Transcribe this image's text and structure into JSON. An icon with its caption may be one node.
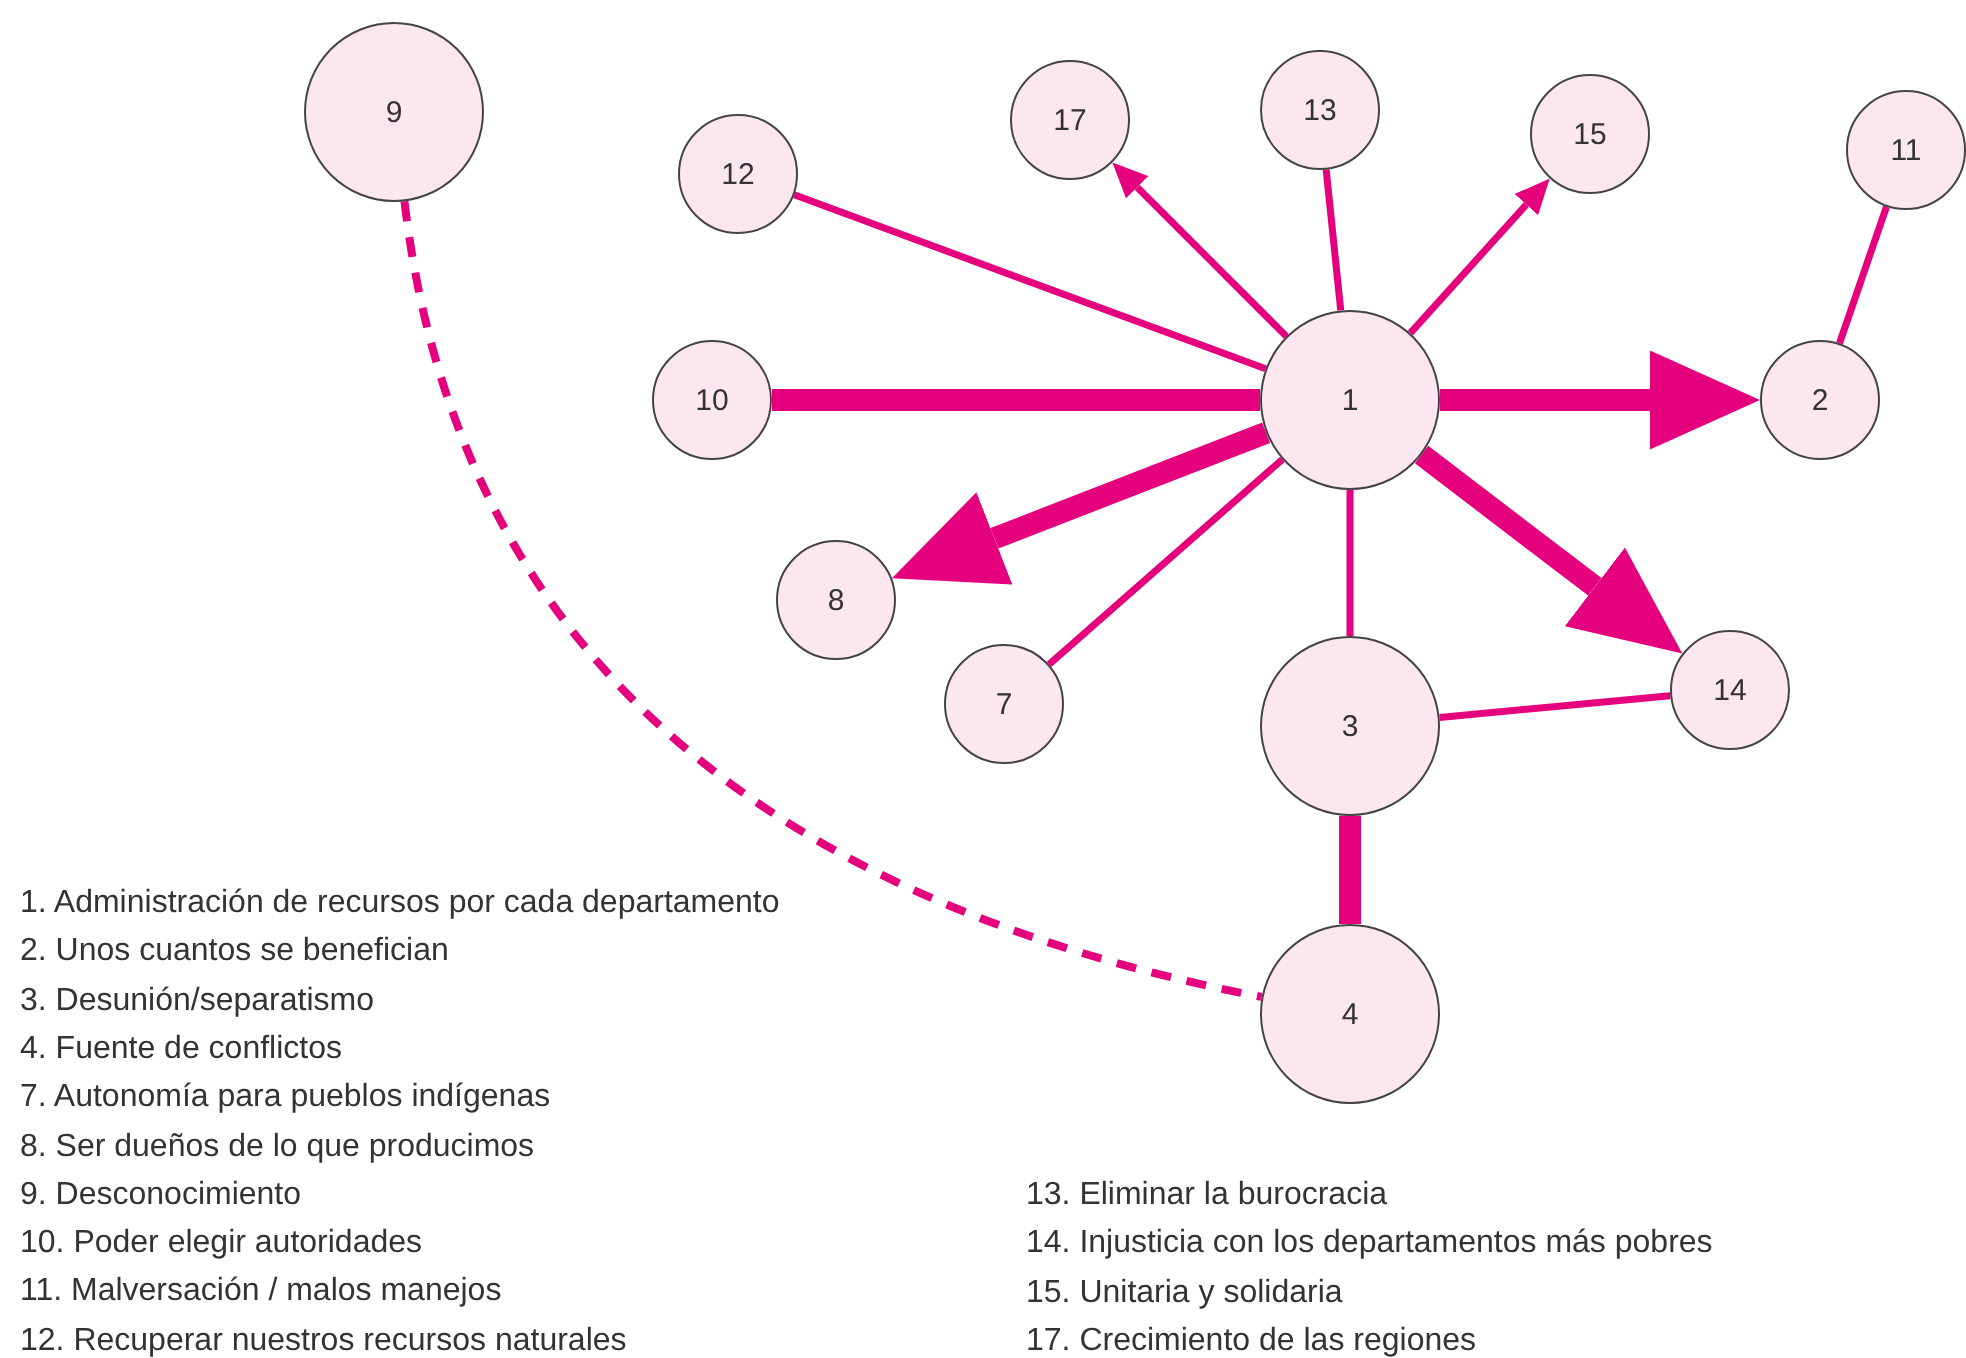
{
  "diagram": {
    "nodes": [
      {
        "text": [
          "9"
        ]
      },
      {
        "text": [
          "17"
        ]
      },
      {
        "text": [
          "13"
        ]
      },
      {
        "text": [
          "15"
        ]
      },
      {
        "text": [
          "11"
        ]
      },
      {
        "text": [
          "12"
        ]
      },
      {
        "text": [
          "1"
        ]
      },
      {
        "text": [
          "10"
        ]
      },
      {
        "text": [
          "2"
        ]
      },
      {
        "text": [
          "8"
        ]
      },
      {
        "text": [
          "7"
        ]
      },
      {
        "text": [
          "3"
        ]
      },
      {
        "text": [
          "14"
        ]
      },
      {
        "text": [
          "4"
        ]
      }
    ],
    "edges": [
      {
        "from": 5,
        "to": 6,
        "arrow": "none"
      },
      {
        "from": 7,
        "to": 6,
        "arrow": "none",
        "style": "thick"
      },
      {
        "from": 6,
        "to": 1,
        "arrow": "to"
      },
      {
        "from": 2,
        "to": 6,
        "arrow": "none"
      },
      {
        "from": 6,
        "to": 3,
        "arrow": "to"
      },
      {
        "from": 4,
        "to": 8,
        "arrow": "none"
      },
      {
        "from": 6,
        "to": 8,
        "arrow": "to",
        "style": "thick"
      },
      {
        "from": 6,
        "to": 9,
        "arrow": "to",
        "style": "thick"
      },
      {
        "from": 10,
        "to": 6,
        "arrow": "none"
      },
      {
        "from": 6,
        "to": 12,
        "arrow": "to",
        "style": "thick"
      },
      {
        "from": 6,
        "to": 11,
        "arrow": "none"
      },
      {
        "from": 11,
        "to": 12,
        "arrow": "none"
      },
      {
        "from": 11,
        "to": 13,
        "arrow": "none",
        "style": "thick"
      },
      {
        "from": 0,
        "to": 13,
        "arrow": "none",
        "style": "dashed"
      }
    ],
    "labels": [
      "1. Administración de recursos por cada departamento",
      "2. Unos cuantos se benefician",
      "3. Desunión/separatismo",
      "4. Fuente de conflictos",
      "7. Autonomía para pueblos indígenas",
      "8. Ser dueños de lo que producimos",
      "9. Desconocimiento",
      "10. Poder elegir autoridades",
      "11. Malversación / malos manejos",
      "12. Recuperar nuestros recursos naturales",
      "13. Eliminar la burocracia",
      "14. Injusticia con los departamentos más pobres",
      "15. Unitaria y solidaria",
      "17. Crecimiento de las regiones"
    ]
  }
}
